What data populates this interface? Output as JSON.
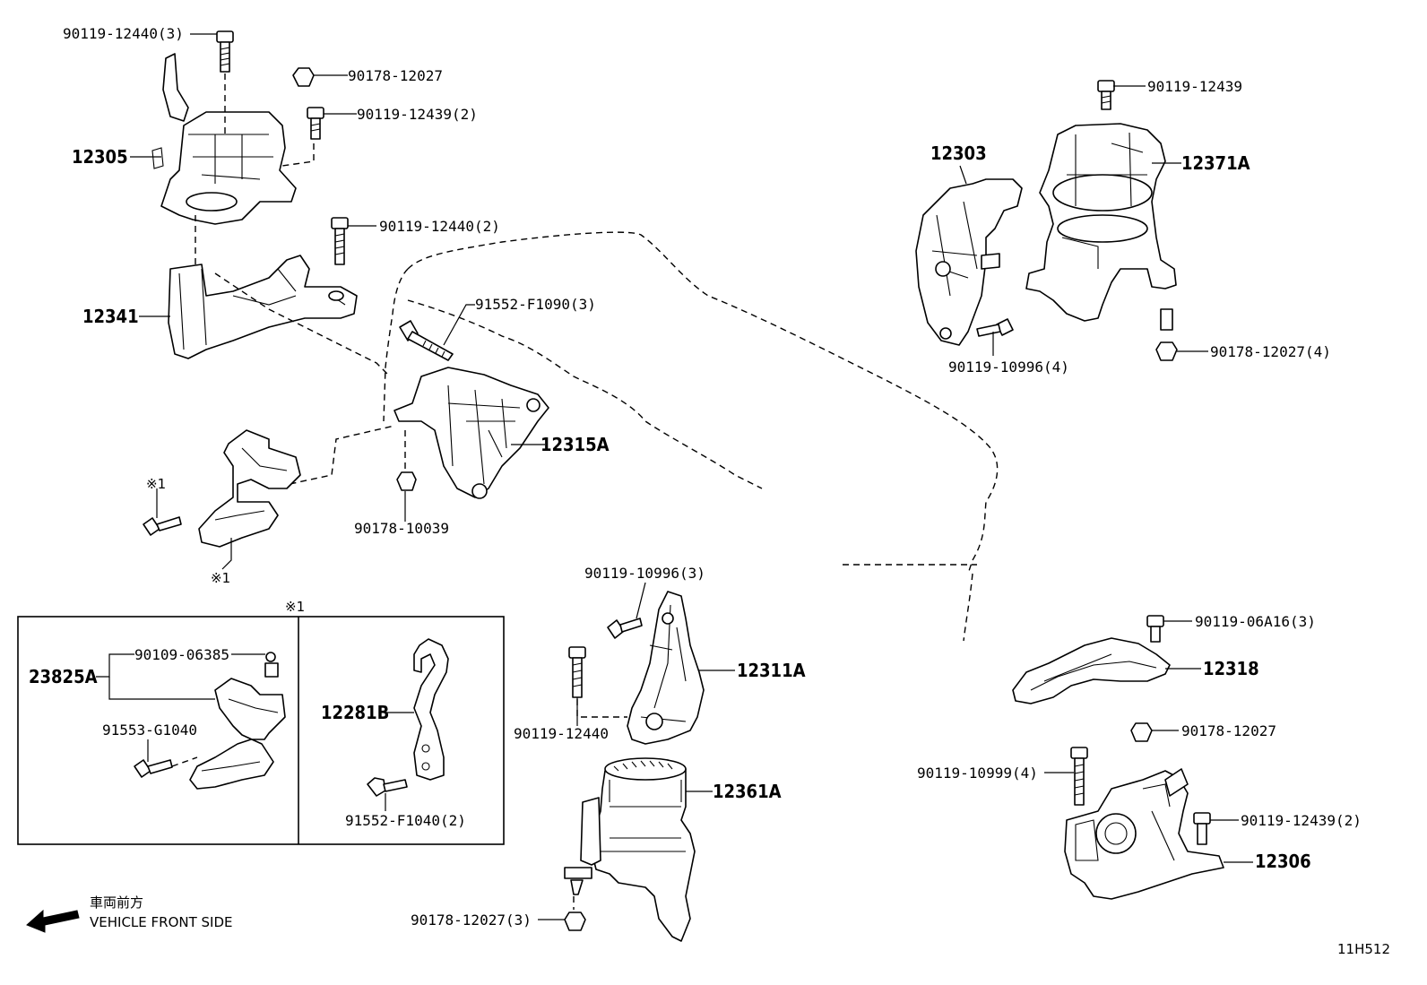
{
  "parts": {
    "p_90119_12440_3": "90119-12440(3)",
    "p_90178_12027_a": "90178-12027",
    "p_90119_12439_2_a": "90119-12439(2)",
    "p_12305": "12305",
    "p_90119_12440_2": "90119-12440(2)",
    "p_12341": "12341",
    "p_91552_f1090_3": "91552-F1090(3)",
    "p_12315a": "12315A",
    "p_90178_10039": "90178-10039",
    "p_note1_a": "※1",
    "p_note1_b": "※1",
    "p_note1_c": "※1",
    "p_90119_12439": "90119-12439",
    "p_12303": "12303",
    "p_12371a": "12371A",
    "p_90119_10996_4": "90119-10996(4)",
    "p_90178_12027_4": "90178-12027(4)",
    "p_90119_10996_3": "90119-10996(3)",
    "p_12311a": "12311A",
    "p_90119_12440": "90119-12440",
    "p_12361a": "12361A",
    "p_90178_12027_3": "90178-12027(3)",
    "p_90119_06a16_3": "90119-06A16(3)",
    "p_12318": "12318",
    "p_90178_12027_b": "90178-12027",
    "p_90119_10999_4": "90119-10999(4)",
    "p_90119_12439_2_b": "90119-12439(2)",
    "p_12306": "12306",
    "p_23825a": "23825A",
    "p_90109_06385": "90109-06385",
    "p_91553_g1040": "91553-G1040",
    "p_12281b": "12281B",
    "p_91552_f1040_2": "91552-F1040(2)"
  },
  "front_side": {
    "japanese": "車両前方",
    "english": "VEHICLE FRONT SIDE"
  },
  "diagram_code": "11H512"
}
